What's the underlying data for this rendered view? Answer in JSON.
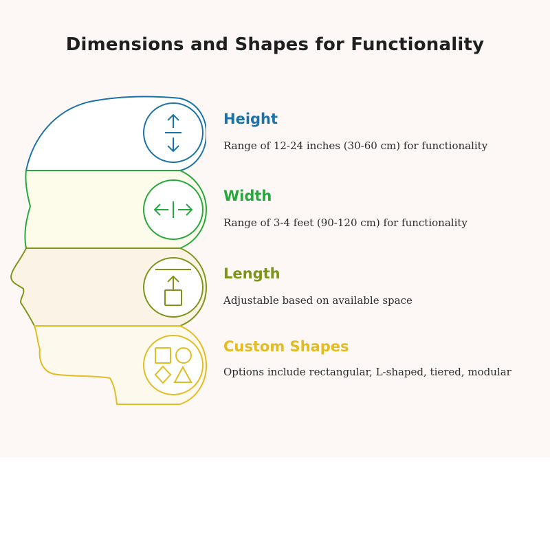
{
  "title": "Dimensions and Shapes for Functionality",
  "colors": {
    "background": "#fdf8f5",
    "height": "#1a72a8",
    "width": "#26a83e",
    "length": "#7e9418",
    "custom": "#e3bb22"
  },
  "items": [
    {
      "title": "Height",
      "description": "Range of 12-24 inches (30-60 cm) for functionality",
      "icon": "vertical-arrows-icon"
    },
    {
      "title": "Width",
      "description": "Range of 3-4 feet (90-120 cm) for functionality",
      "icon": "horizontal-arrows-icon"
    },
    {
      "title": "Length",
      "description": "Adjustable based on available space",
      "icon": "square-arrow-up-icon"
    },
    {
      "title": "Custom Shapes",
      "description": "Options include rectangular, L-shaped, tiered, modular",
      "icon": "shapes-icon"
    }
  ]
}
